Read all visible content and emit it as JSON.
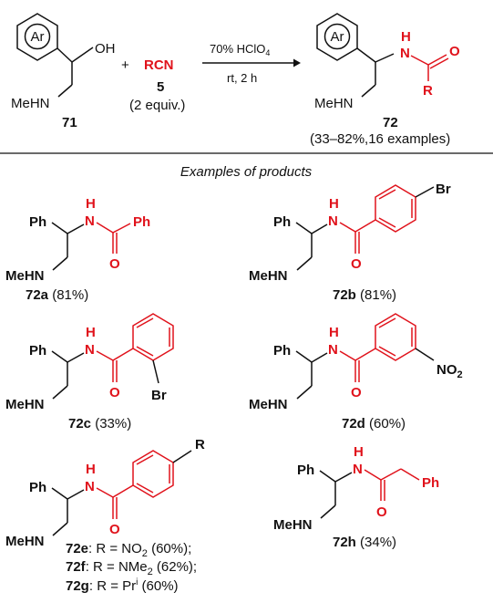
{
  "general_scheme": {
    "start": {
      "ring_label": "Ar",
      "oh": "OH",
      "amine": "MeHN",
      "id": "71"
    },
    "plus": "+",
    "nitrile": {
      "formula": "RCN",
      "id": "5",
      "equiv": "(2 equiv.)"
    },
    "conditions": {
      "reagent_base": "70% HClO",
      "reagent_sub": "4",
      "line2": "rt, 2 h"
    },
    "product": {
      "ring_label": "Ar",
      "nh_h": "H",
      "nh_n": "N",
      "o": "O",
      "r": "R",
      "amine": "MeHN",
      "id": "72",
      "scope": "(33–82%,16 examples)"
    }
  },
  "section_title": "Examples of products",
  "common": {
    "ph": "Ph",
    "amine": "MeHN",
    "h": "H",
    "n": "N",
    "o": "O"
  },
  "products": [
    {
      "id": "72a",
      "yield": "(81%)",
      "acyl": "Ph"
    },
    {
      "id": "72b",
      "yield": "(81%)",
      "sub": "Br"
    },
    {
      "id": "72c",
      "yield": "(33%)",
      "sub": "Br"
    },
    {
      "id": "72d",
      "yield": "(60%)",
      "sub_base": "NO",
      "sub_sub": "2"
    },
    {
      "id": "72h",
      "yield": "(34%)",
      "acyl": "Ph"
    }
  ],
  "product_efg": {
    "sub": "R",
    "lines": [
      {
        "id": "72e",
        "text": ": R = NO",
        "sub": "2",
        "tail": " (60%);"
      },
      {
        "id": "72f",
        "text": ":  R = NMe",
        "sub": "2",
        "tail": " (62%);"
      },
      {
        "id": "72g",
        "text": ": R = Pr",
        "sup": "i",
        "tail": " (60%)"
      }
    ]
  }
}
